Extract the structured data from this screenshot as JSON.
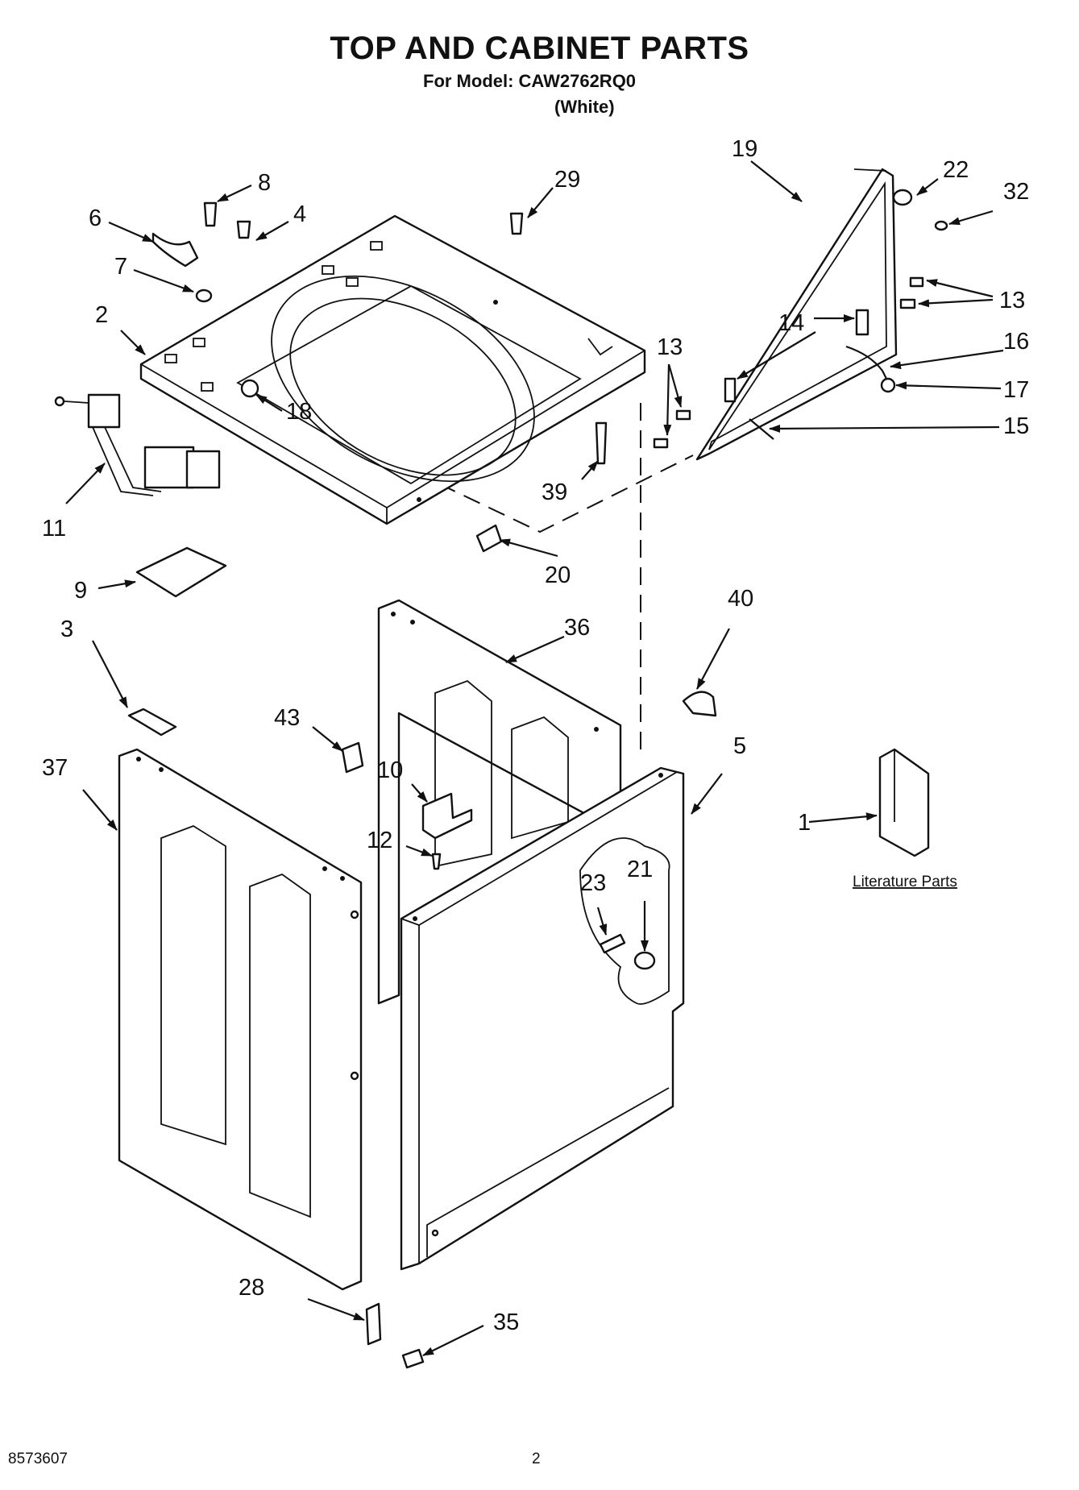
{
  "header": {
    "title": "TOP AND CABINET PARTS",
    "model_line": "For Model: CAW2762RQ0",
    "variant": "(White)"
  },
  "callouts": {
    "c1": "1",
    "c2": "2",
    "c3": "3",
    "c4": "4",
    "c5": "5",
    "c6": "6",
    "c7": "7",
    "c8": "8",
    "c9": "9",
    "c10": "10",
    "c11": "11",
    "c12": "12",
    "c13a": "13",
    "c13b": "13",
    "c14": "14",
    "c15": "15",
    "c16": "16",
    "c17": "17",
    "c18": "18",
    "c19": "19",
    "c20": "20",
    "c21": "21",
    "c22": "22",
    "c23": "23",
    "c28": "28",
    "c29": "29",
    "c32": "32",
    "c35": "35",
    "c36": "36",
    "c37": "37",
    "c39": "39",
    "c40": "40",
    "c43": "43"
  },
  "literature_label": "Literature Parts",
  "footer": {
    "doc_number": "8573607",
    "page_number": "2"
  }
}
